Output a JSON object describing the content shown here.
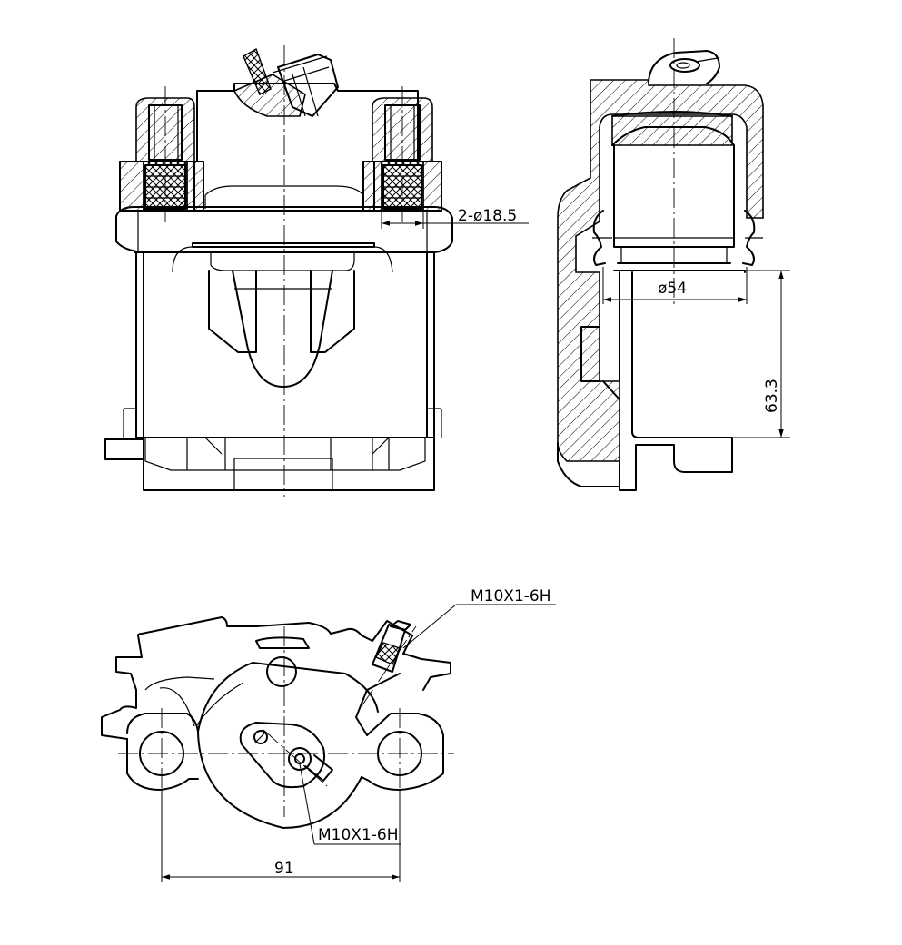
{
  "views": {
    "front": {
      "dimension": "2-ø18.5"
    },
    "side": {
      "bore_diameter": "ø54",
      "height": "63.3"
    },
    "bottom": {
      "thread_top": "M10X1-6H",
      "thread_bottom": "M10X1-6H",
      "center_distance": "91"
    }
  }
}
